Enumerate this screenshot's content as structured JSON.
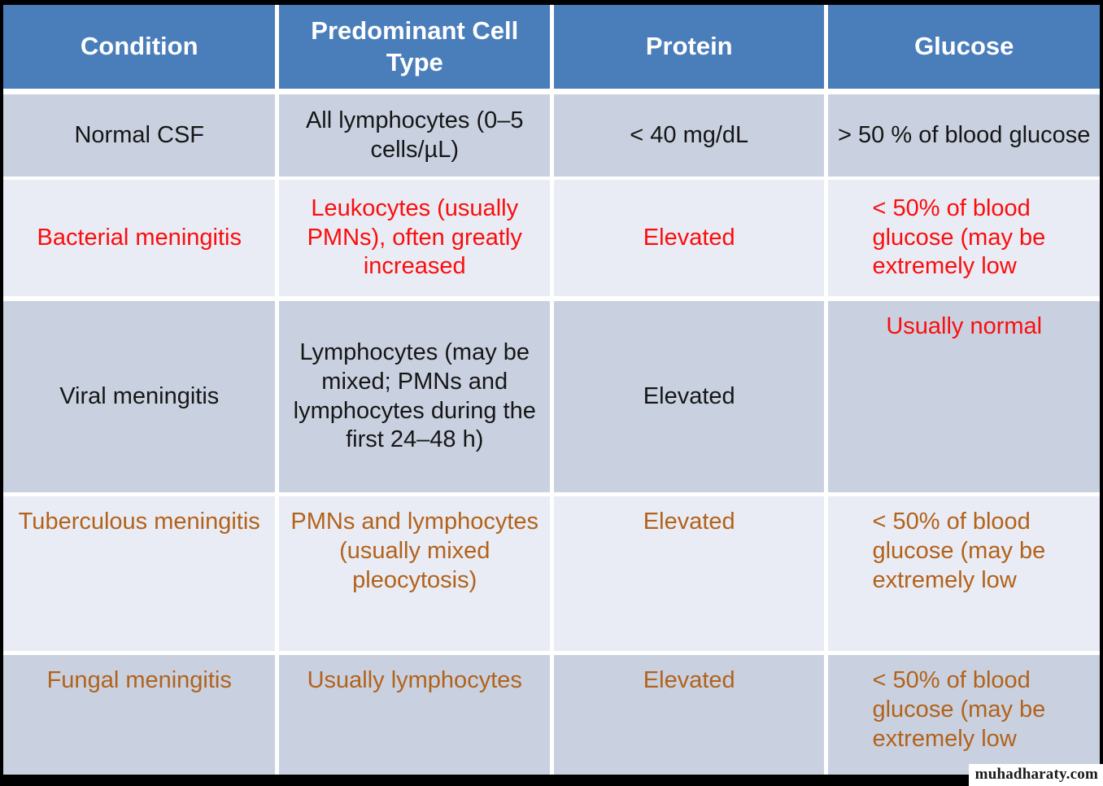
{
  "table": {
    "columns": [
      "Condition",
      "Predominant Cell Type",
      "Protein",
      "Glucose"
    ],
    "header_bg": "#4a7ebb",
    "header_text_color": "#ffffff",
    "rows": [
      {
        "condition": "Normal CSF",
        "cell_type": "All lymphocytes (0–5 cells/µL)",
        "protein": "< 40 mg/dL",
        "glucose": "> 50 % of blood glucose",
        "text_color": "#161616",
        "glucose_text_color": "#161616",
        "row_bg": "#c9d1e0"
      },
      {
        "condition": "Bacterial meningitis",
        "cell_type": "Leukocytes (usually PMNs), often greatly increased",
        "protein": "Elevated",
        "glucose": "< 50% of blood glucose (may be extremely low",
        "text_color": "#fb0d0d",
        "glucose_text_color": "#fb0d0d",
        "row_bg": "#e9ecf4"
      },
      {
        "condition": "Viral meningitis",
        "cell_type": "Lymphocytes (may be mixed; PMNs and lymphocytes during the first 24–48 h)",
        "protein": "Elevated",
        "glucose": "Usually normal",
        "text_color": "#161616",
        "glucose_text_color": "#fb0d0d",
        "row_bg": "#c9d1e0"
      },
      {
        "condition": "Tuberculous meningitis",
        "cell_type": "PMNs and lymphocytes (usually mixed pleocytosis)",
        "protein": "Elevated",
        "glucose": "< 50% of blood glucose (may be extremely low",
        "text_color": "#b2621b",
        "glucose_text_color": "#b2621b",
        "row_bg": "#e9ecf4"
      },
      {
        "condition": "Fungal meningitis",
        "cell_type": "Usually lymphocytes",
        "protein": "Elevated",
        "glucose": "< 50% of blood glucose (may be extremely low",
        "text_color": "#b2621b",
        "glucose_text_color": "#b2621b",
        "row_bg": "#c9d1e0"
      }
    ]
  },
  "watermark": {
    "label": "muhadharaty.com"
  }
}
